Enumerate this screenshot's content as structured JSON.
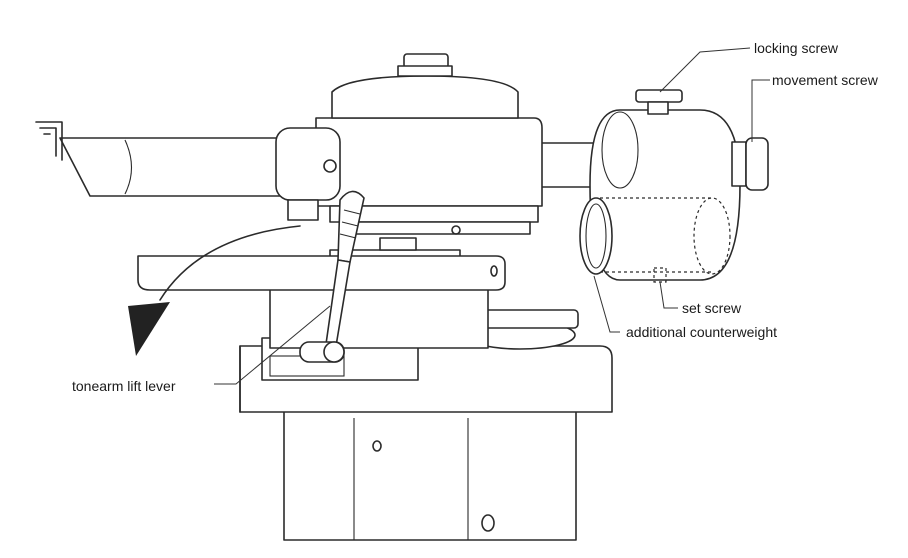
{
  "callouts": {
    "locking_screw": "locking screw",
    "movement_screw": "movement screw",
    "set_screw": "set screw",
    "additional_counterweight": "additional counterweight",
    "tonearm_lift_lever": "tonearm lift lever"
  },
  "colors": {
    "line": "#2b2b2b",
    "background": "#ffffff",
    "shade": "#b8b8b8"
  }
}
